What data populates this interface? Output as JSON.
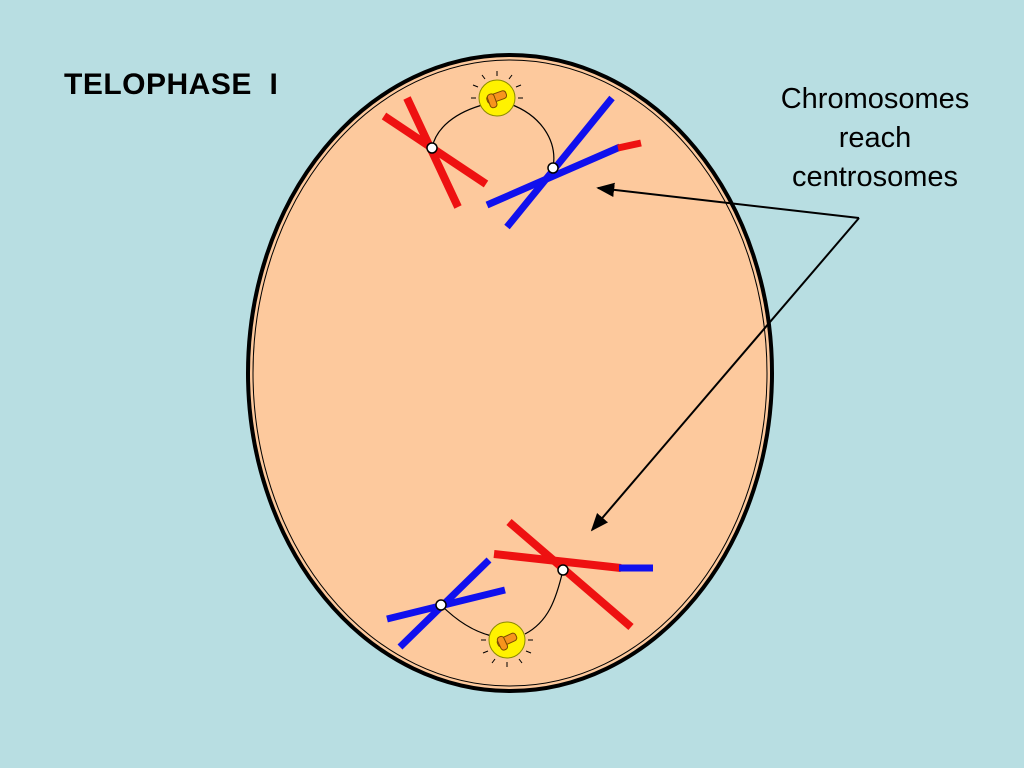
{
  "slide": {
    "title": "TELOPHASE  I",
    "callout_lines": [
      "Chromosomes",
      "reach",
      "centrosomes"
    ]
  },
  "colors": {
    "background": "#b8dee2",
    "cell_fill": "#fdc99d",
    "cell_outline": "#000000",
    "chromosome_red": "#ee1111",
    "chromosome_blue": "#1010ee",
    "centrosome_fill": "#fff200",
    "centriole": "#f7941d"
  },
  "icons": {
    "centrosome": "centrosome-icon",
    "arrow": "arrow-icon"
  }
}
